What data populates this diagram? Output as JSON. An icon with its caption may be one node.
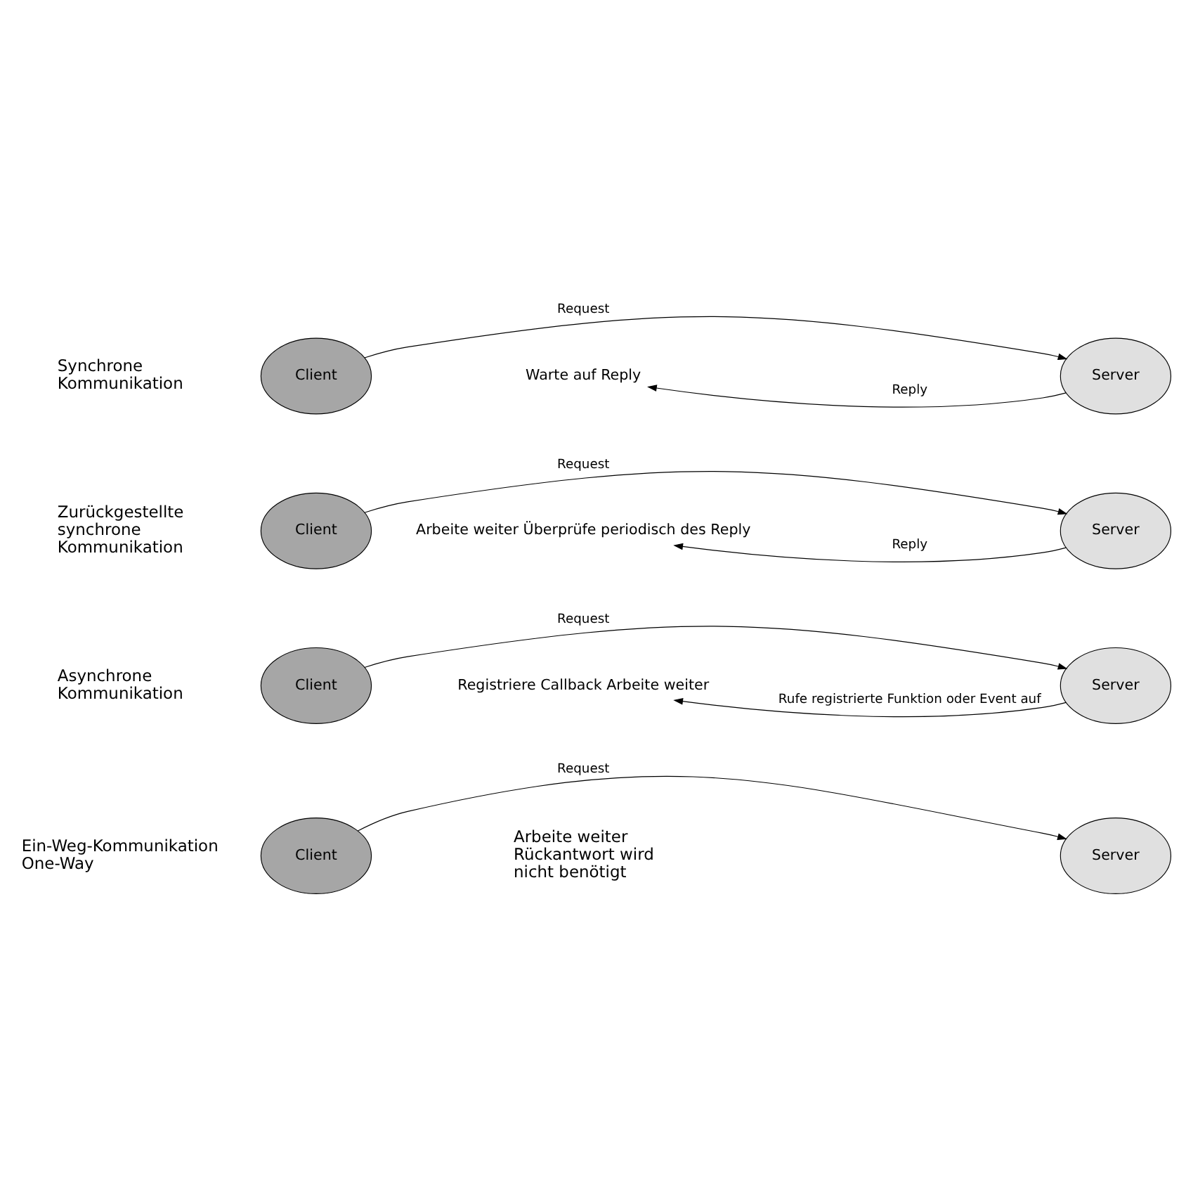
{
  "diagram": {
    "nodes": [
      {
        "text": [
          "Client"
        ]
      },
      {
        "text": [
          "Server"
        ]
      },
      {
        "text": [
          "Warte auf Reply"
        ]
      },
      {
        "text": [
          "Client"
        ]
      },
      {
        "text": [
          "Server"
        ]
      },
      {
        "text": [
          "Arbeite weiter Überprüfe periodisch des Reply"
        ]
      },
      {
        "text": [
          "Client"
        ]
      },
      {
        "text": [
          "Server"
        ]
      },
      {
        "text": [
          "Registriere Callback Arbeite weiter"
        ]
      },
      {
        "text": [
          "Client"
        ]
      },
      {
        "text": [
          "Server"
        ]
      }
    ],
    "edges": [
      {
        "from": 0,
        "to": 1,
        "arrow": "to",
        "label": "Request"
      },
      {
        "from": 1,
        "to": 2,
        "arrow": "to",
        "label": "Reply"
      },
      {
        "from": 3,
        "to": 4,
        "arrow": "to",
        "label": "Request"
      },
      {
        "from": 4,
        "to": 5,
        "arrow": "to",
        "label": "Reply"
      },
      {
        "from": 6,
        "to": 7,
        "arrow": "to",
        "label": "Request"
      },
      {
        "from": 7,
        "to": 8,
        "arrow": "to",
        "label": "Rufe registrierte Funktion oder Event auf"
      },
      {
        "from": 9,
        "to": 10,
        "arrow": "to",
        "label": "Request"
      }
    ],
    "labels": [
      "Synchrone Kommunikation",
      "Zurückgestellte synchrone Kommunikation",
      "Asynchrone Kommunikation",
      "Ein-Weg-Kommunikation One-Way",
      "Arbeite weiter Rückantwort wird nicht benötigt"
    ]
  }
}
